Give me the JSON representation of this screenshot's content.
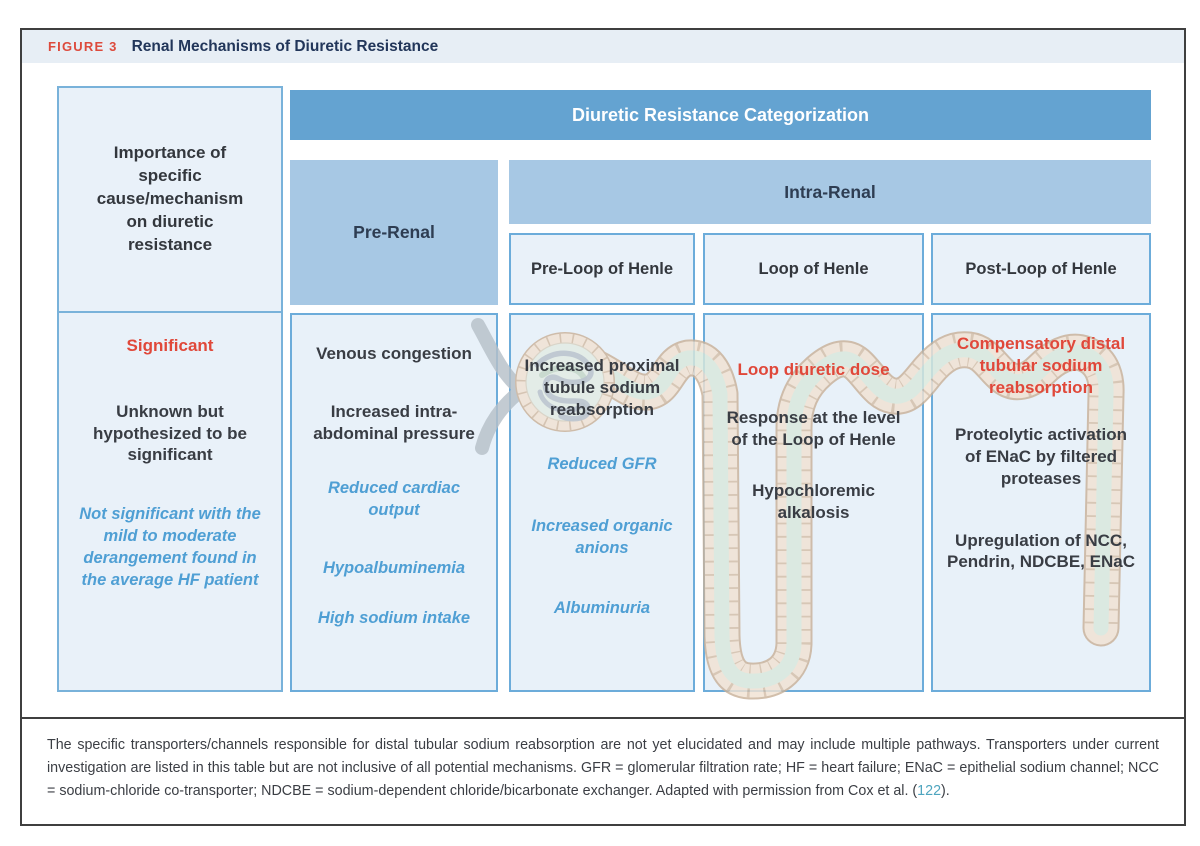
{
  "figure": {
    "label": "FIGURE 3",
    "title": "Renal Mechanisms of Diuretic Resistance"
  },
  "table": {
    "row_header": "Importance of specific cause/mechanism on diuretic resistance",
    "top_header": "Diuretic Resistance Categorization",
    "groups": {
      "pre_renal": "Pre-Renal",
      "intra_renal": "Intra-Renal"
    },
    "sub_headers": {
      "pre_loop": "Pre-Loop of Henle",
      "loop": "Loop of Henle",
      "post_loop": "Post-Loop of Henle"
    },
    "cells": {
      "importance": {
        "significant": "Significant",
        "unknown": "Unknown but hypothesized to be significant",
        "not_significant": "Not significant with the mild to moderate derangement found in the average HF patient"
      },
      "pre_renal": {
        "p1": "Venous congestion",
        "p2": "Increased intra-abdominal pressure",
        "p3": "Reduced cardiac output",
        "p4": "Hypoalbuminemia",
        "p5": "High sodium intake"
      },
      "pre_loop": {
        "p1": "Increased proximal tubule sodium reabsorption",
        "p2": "Reduced GFR",
        "p3": "Increased organic anions",
        "p4": "Albuminuria"
      },
      "loop": {
        "p1": "Loop diuretic dose",
        "p2": "Response at the level of the Loop of Henle",
        "p3": "Hypochloremic alkalosis"
      },
      "post_loop": {
        "p1": "Compensatory distal tubular sodium reabsorption",
        "p2": "Proteolytic activation of ENaC by filtered proteases",
        "p3": "Upregulation of NCC, Pendrin, NDCBE, ENaC"
      }
    }
  },
  "footnote": {
    "before": "The specific transporters/channels responsible for distal tubular sodium reabsorption are not yet elucidated and may include multiple pathways. Transporters under current investigation are listed in this table but are not inclusive of all potential mechanisms. GFR = glomerular filtration rate; HF = heart failure; ENaC = epithelial sodium channel; NCC = sodium-chloride co-transporter; NDCBE = sodium-dependent chloride/bicarbonate exchanger. Adapted with permission from Cox et al. (",
    "citation": "122",
    "after": ")."
  },
  "colors": {
    "accent_red": "#e0483a",
    "accent_blue_italic": "#4f9fd4",
    "header_bar_blue": "#64a3d1",
    "group_bar_blue": "#a7c8e4",
    "cell_background": "#e8f1f9",
    "cell_border": "#6cacda",
    "citation_teal": "#4fa5bf",
    "tubule_wall": "#f1e2d2",
    "tubule_outline": "#c9b199",
    "tubule_lumen": "#d9e8dc"
  }
}
